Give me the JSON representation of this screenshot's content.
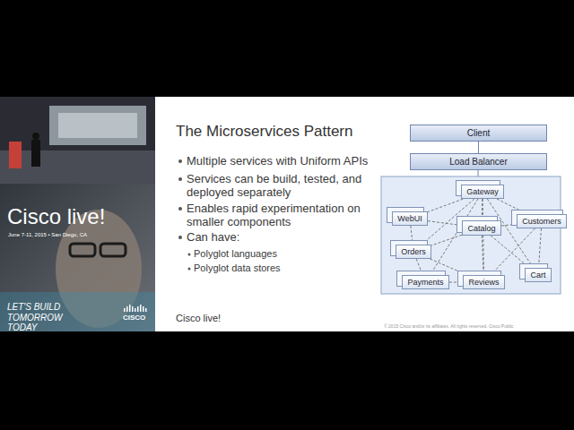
{
  "diagram": {
    "title": "The Microservices Pattern",
    "nodes": [
      {
        "text": [
          "Client"
        ]
      },
      {
        "text": [
          "Load Balancer"
        ]
      },
      {
        "text": [
          "Gateway"
        ]
      },
      {
        "text": [
          "WebUI"
        ]
      },
      {
        "text": [
          "Catalog"
        ]
      },
      {
        "text": [
          "Customers"
        ]
      },
      {
        "text": [
          "Orders"
        ]
      },
      {
        "text": [
          "Cart"
        ]
      },
      {
        "text": [
          "Payments"
        ]
      },
      {
        "text": [
          "Reviews"
        ]
      }
    ],
    "edges": [
      {
        "from": 0,
        "to": 1,
        "arrow": "none"
      },
      {
        "from": 2,
        "to": 3,
        "arrow": "none"
      },
      {
        "from": 2,
        "to": 4,
        "arrow": "none"
      },
      {
        "from": 2,
        "to": 5,
        "arrow": "none"
      },
      {
        "from": 2,
        "to": 6,
        "arrow": "none"
      },
      {
        "from": 2,
        "to": 7,
        "arrow": "none"
      },
      {
        "from": 2,
        "to": 8,
        "arrow": "none"
      },
      {
        "from": 2,
        "to": 9,
        "arrow": "none"
      },
      {
        "from": 3,
        "to": 4,
        "arrow": "none"
      },
      {
        "from": 3,
        "to": 6,
        "arrow": "none"
      },
      {
        "from": 4,
        "to": 6,
        "arrow": "none"
      },
      {
        "from": 4,
        "to": 5,
        "arrow": "none"
      },
      {
        "from": 4,
        "to": 9,
        "arrow": "none"
      },
      {
        "from": 4,
        "to": 7,
        "arrow": "none"
      },
      {
        "from": 6,
        "to": 8,
        "arrow": "none"
      },
      {
        "from": 6,
        "to": 9,
        "arrow": "none"
      },
      {
        "from": 5,
        "to": 7,
        "arrow": "none"
      },
      {
        "from": 8,
        "to": 9,
        "arrow": "none"
      },
      {
        "from": 5,
        "to": 9,
        "arrow": "none"
      }
    ],
    "labels": [
      "Multiple services with Uniform APIs",
      "Services can be build, tested, and deployed separately",
      "Enables rapid experimentation on smaller components",
      "Can have:",
      "Polyglot languages",
      "Polyglot data stores",
      "Cisco live!",
      "June 7-11, 2015 • San Diego, CA",
      "LET'S BUILD TOMORROW TODAY",
      "CISCO",
      "Cisco live!",
      "© 2015 Cisco and/or its affiliates. All rights reserved. Cisco Public"
    ]
  }
}
